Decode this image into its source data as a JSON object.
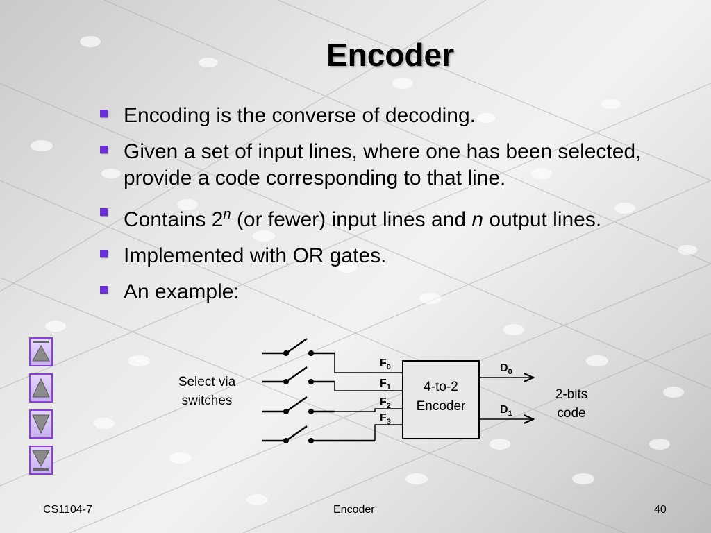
{
  "slide": {
    "title": "Encoder",
    "bullets": [
      {
        "text": "Encoding is the converse of decoding."
      },
      {
        "text": "Given a set of input lines, where one has been selected, provide a code corresponding to that line."
      },
      {
        "pre": "Contains 2",
        "sup": "n",
        "mid": " (or fewer) input lines and ",
        "italic": "n",
        "post": " output lines."
      },
      {
        "text": "Implemented with OR gates."
      },
      {
        "text": "An example:"
      }
    ],
    "bullet_color": "#6a2fd6"
  },
  "diagram": {
    "left_label_line1": "Select via",
    "left_label_line2": "switches",
    "inputs": [
      {
        "letter": "F",
        "sub": "0"
      },
      {
        "letter": "F",
        "sub": "1"
      },
      {
        "letter": "F",
        "sub": "2"
      },
      {
        "letter": "F",
        "sub": "3"
      }
    ],
    "box_line1": "4-to-2",
    "box_line2": "Encoder",
    "outputs": [
      {
        "letter": "D",
        "sub": "0"
      },
      {
        "letter": "D",
        "sub": "1"
      }
    ],
    "right_label_line1": "2-bits",
    "right_label_line2": "code"
  },
  "nav": {
    "icons": [
      "first-slide-icon",
      "previous-slide-icon",
      "next-slide-icon",
      "last-slide-icon"
    ],
    "accent": "#8a3fd9"
  },
  "footer": {
    "left": "CS1104-7",
    "center": "Encoder",
    "page": "40"
  }
}
